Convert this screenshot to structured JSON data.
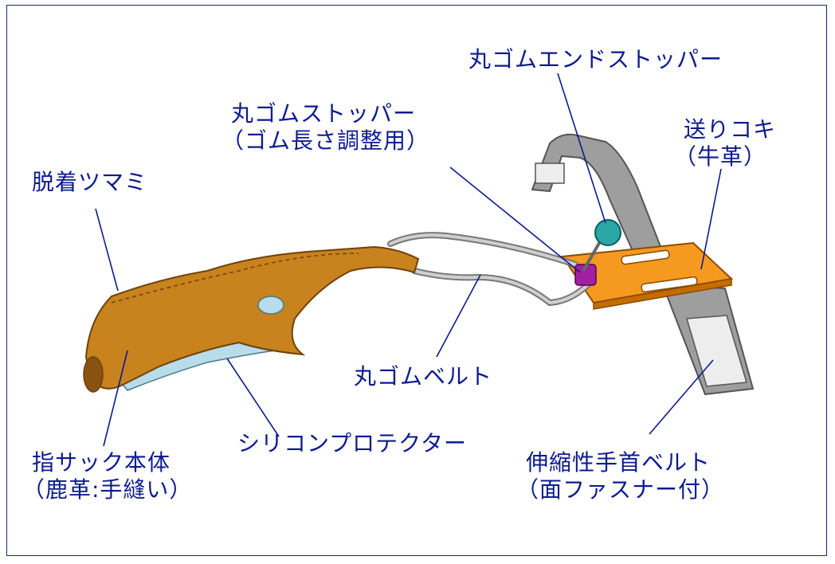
{
  "labels": {
    "pull_tab": "脱着ツマミ",
    "rubber_stopper_line1": "丸ゴムストッパー",
    "rubber_stopper_line2": "（ゴム長さ調整用）",
    "end_stopper": "丸ゴムエンドストッパー",
    "feed_koki_line1": "送りコキ",
    "feed_koki_line2": "（牛革）",
    "rubber_belt": "丸ゴムベルト",
    "silicone_protector": "シリコンプロテクター",
    "finger_sack_line1": "指サック本体",
    "finger_sack_line2": "（鹿革:手縫い）",
    "wrist_belt_line1": "伸縮性手首ベルト",
    "wrist_belt_line2": "（面ファスナー付）"
  },
  "colors": {
    "label_text": "#0d1b8f",
    "leather": "#c8821e",
    "silicone": "#b8dcea",
    "rubber_belt": "#a9a9a9",
    "buckle": "#f59a1f",
    "stopper_purple": "#a020a0",
    "end_stopper_teal": "#2aa7a7",
    "wrist_belt": "#9e9e9e"
  }
}
